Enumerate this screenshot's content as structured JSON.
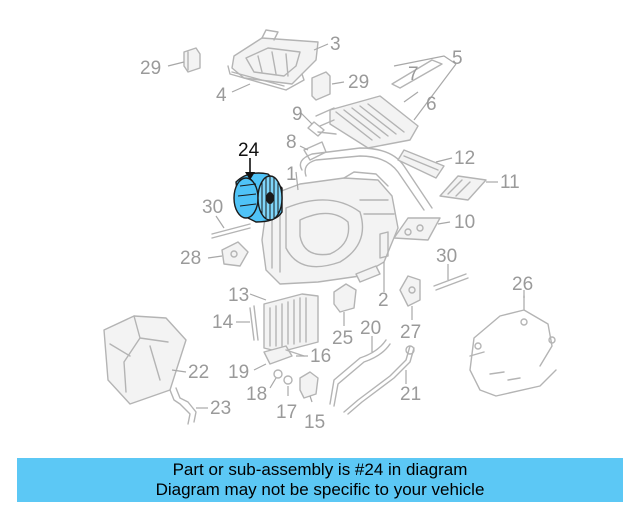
{
  "diagram": {
    "highlight_part": "24",
    "highlight_color": "#4fc3f7",
    "callouts": [
      "29",
      "3",
      "29",
      "4",
      "5",
      "7",
      "9",
      "6",
      "8",
      "24",
      "1",
      "12",
      "11",
      "30",
      "10",
      "28",
      "30",
      "26",
      "13",
      "2",
      "14",
      "25",
      "20",
      "27",
      "22",
      "19",
      "16",
      "18",
      "21",
      "23",
      "17",
      "15"
    ]
  },
  "caption": {
    "background": "#5cc8f5",
    "line1": "Part or sub-assembly is #24 in diagram",
    "line2": "Diagram may not be specific to your vehicle"
  }
}
